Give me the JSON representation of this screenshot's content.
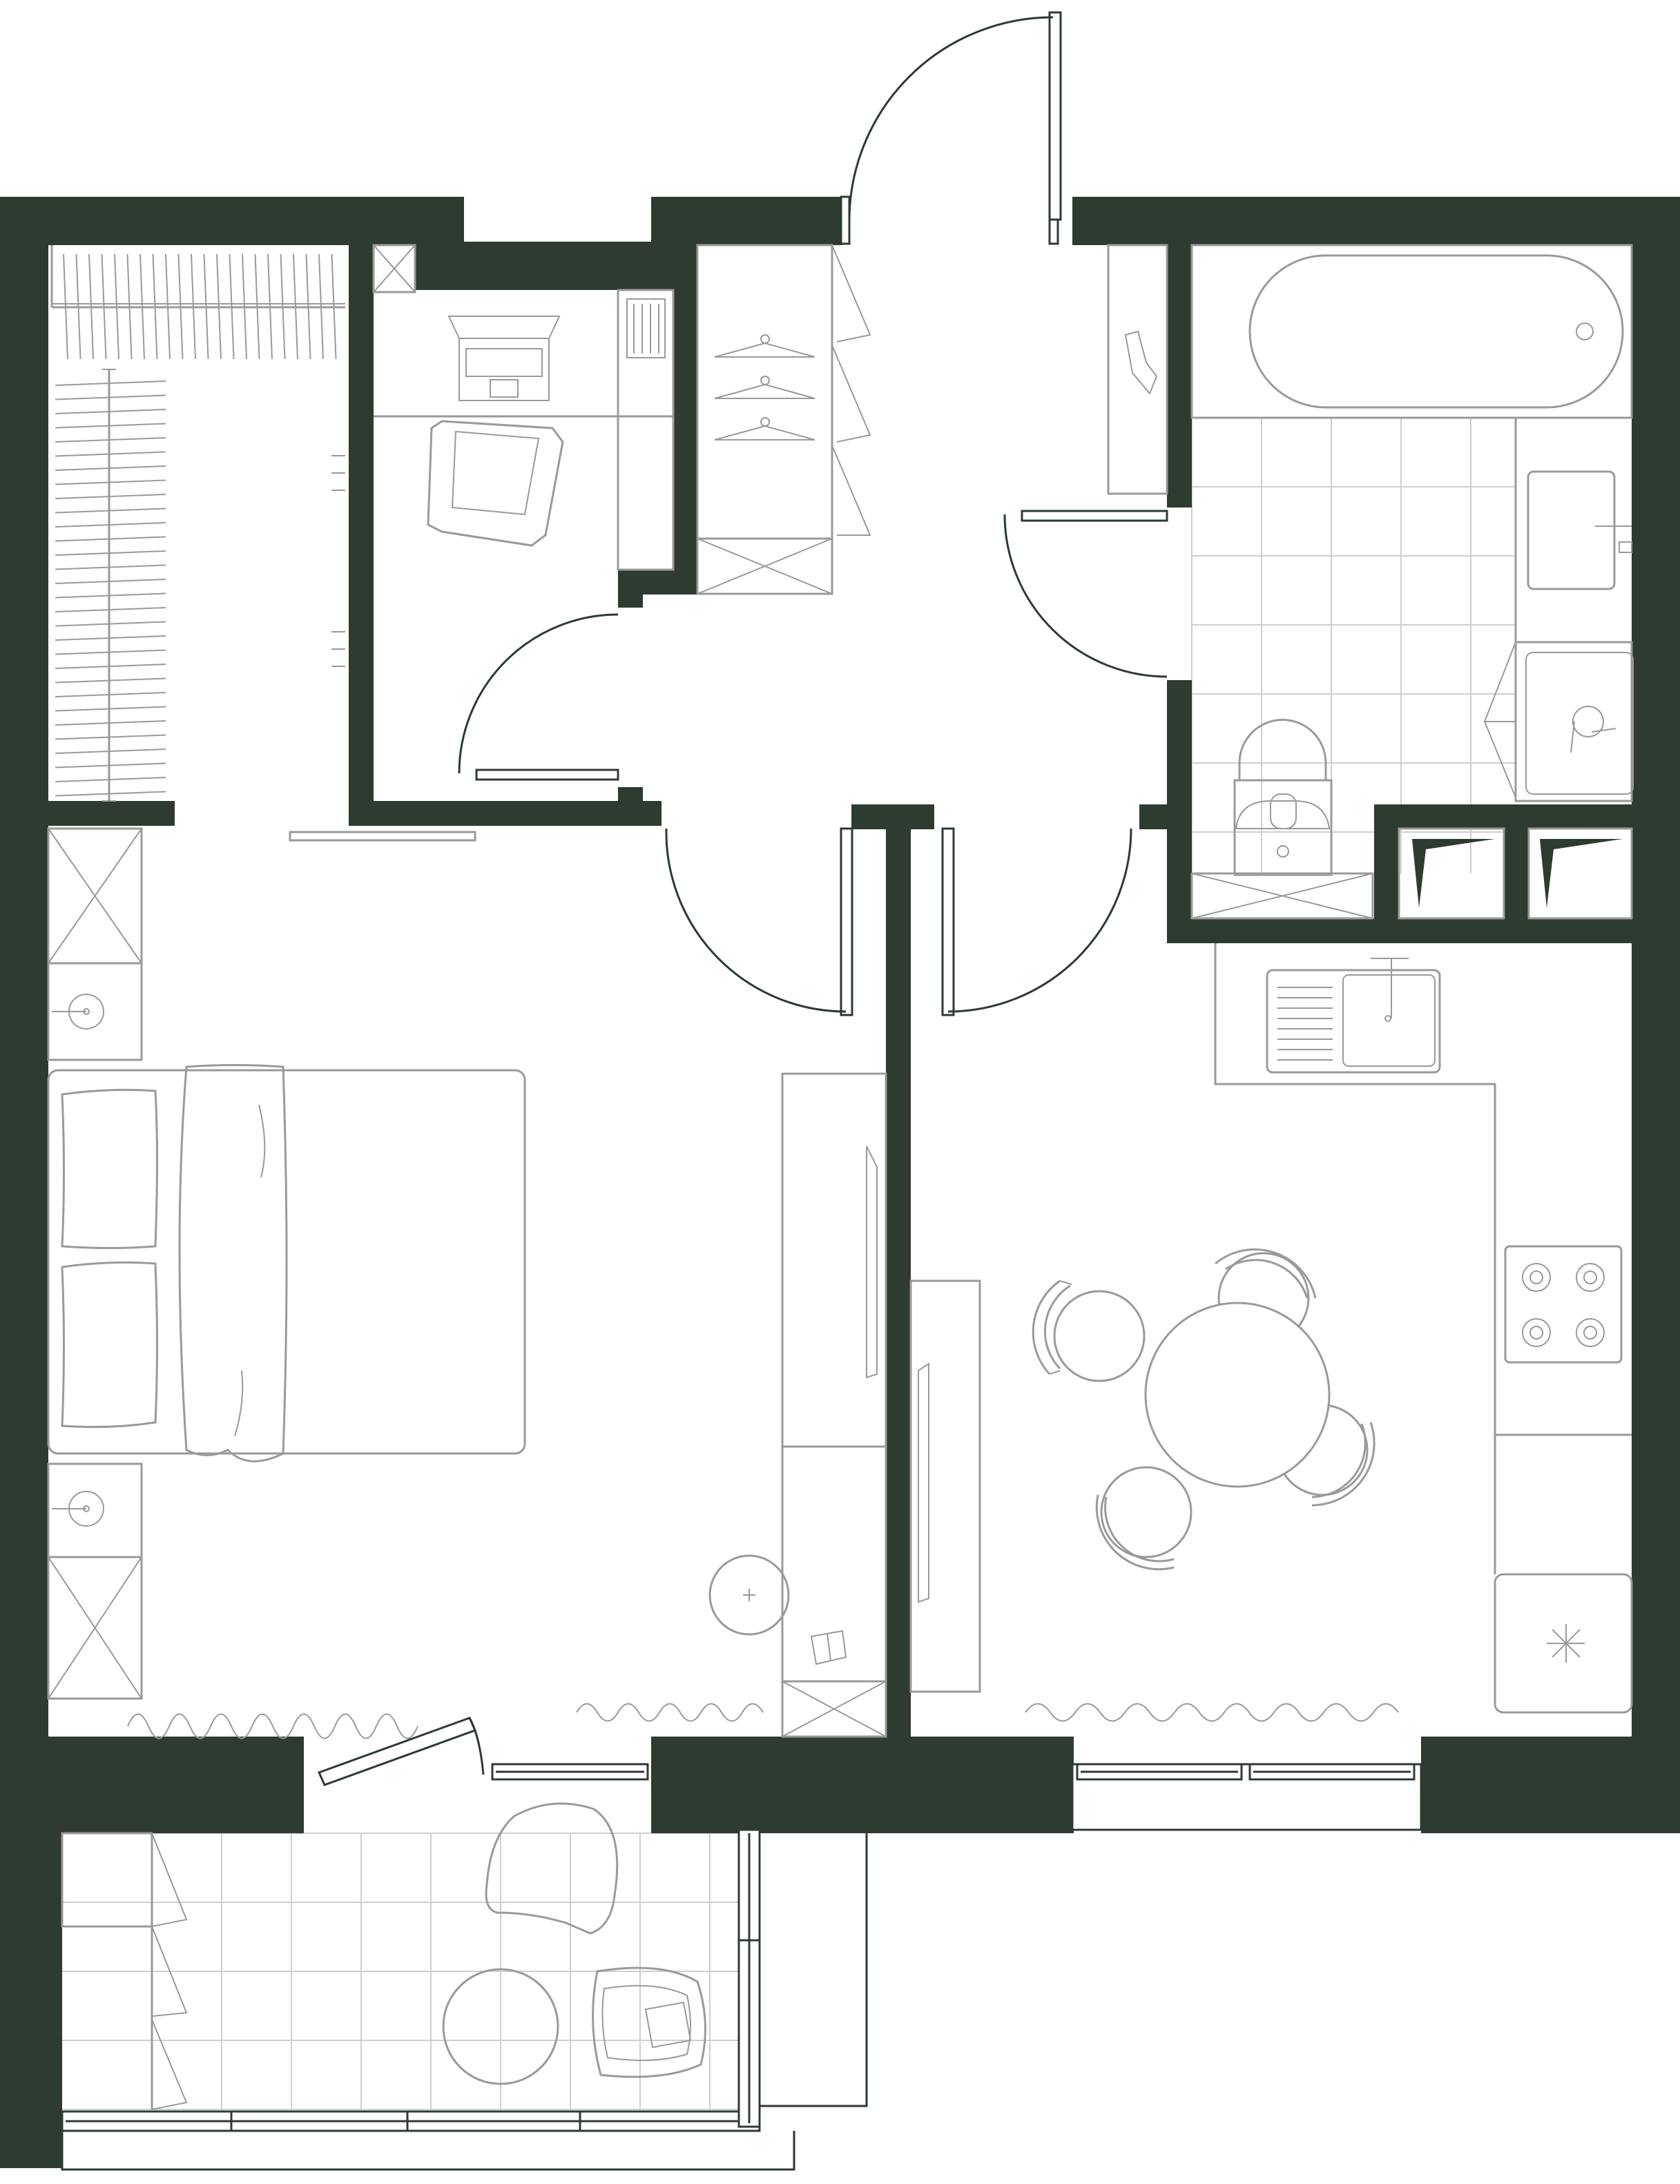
{
  "colors": {
    "wall": "#2d3b30",
    "furniture_line": "#9a9a9a",
    "door_line": "#2d3b30",
    "tile_grid": "#cfcfcf",
    "background": "#ffffff"
  },
  "rooms": [
    {
      "id": "walk-in-closet"
    },
    {
      "id": "study"
    },
    {
      "id": "entry-hall"
    },
    {
      "id": "hall-wardrobe"
    },
    {
      "id": "bathroom"
    },
    {
      "id": "bedroom"
    },
    {
      "id": "kitchen-dining"
    },
    {
      "id": "balcony"
    },
    {
      "id": "utility-shafts"
    }
  ],
  "icons": [
    "door-swing-icon",
    "window-icon",
    "bed-icon",
    "armchair-icon",
    "dining-table-icon",
    "bathtub-icon",
    "toilet-icon",
    "sink-icon",
    "cooktop-icon",
    "laptop-icon",
    "hanger-icon",
    "shoe-icon",
    "curtain-icon"
  ]
}
